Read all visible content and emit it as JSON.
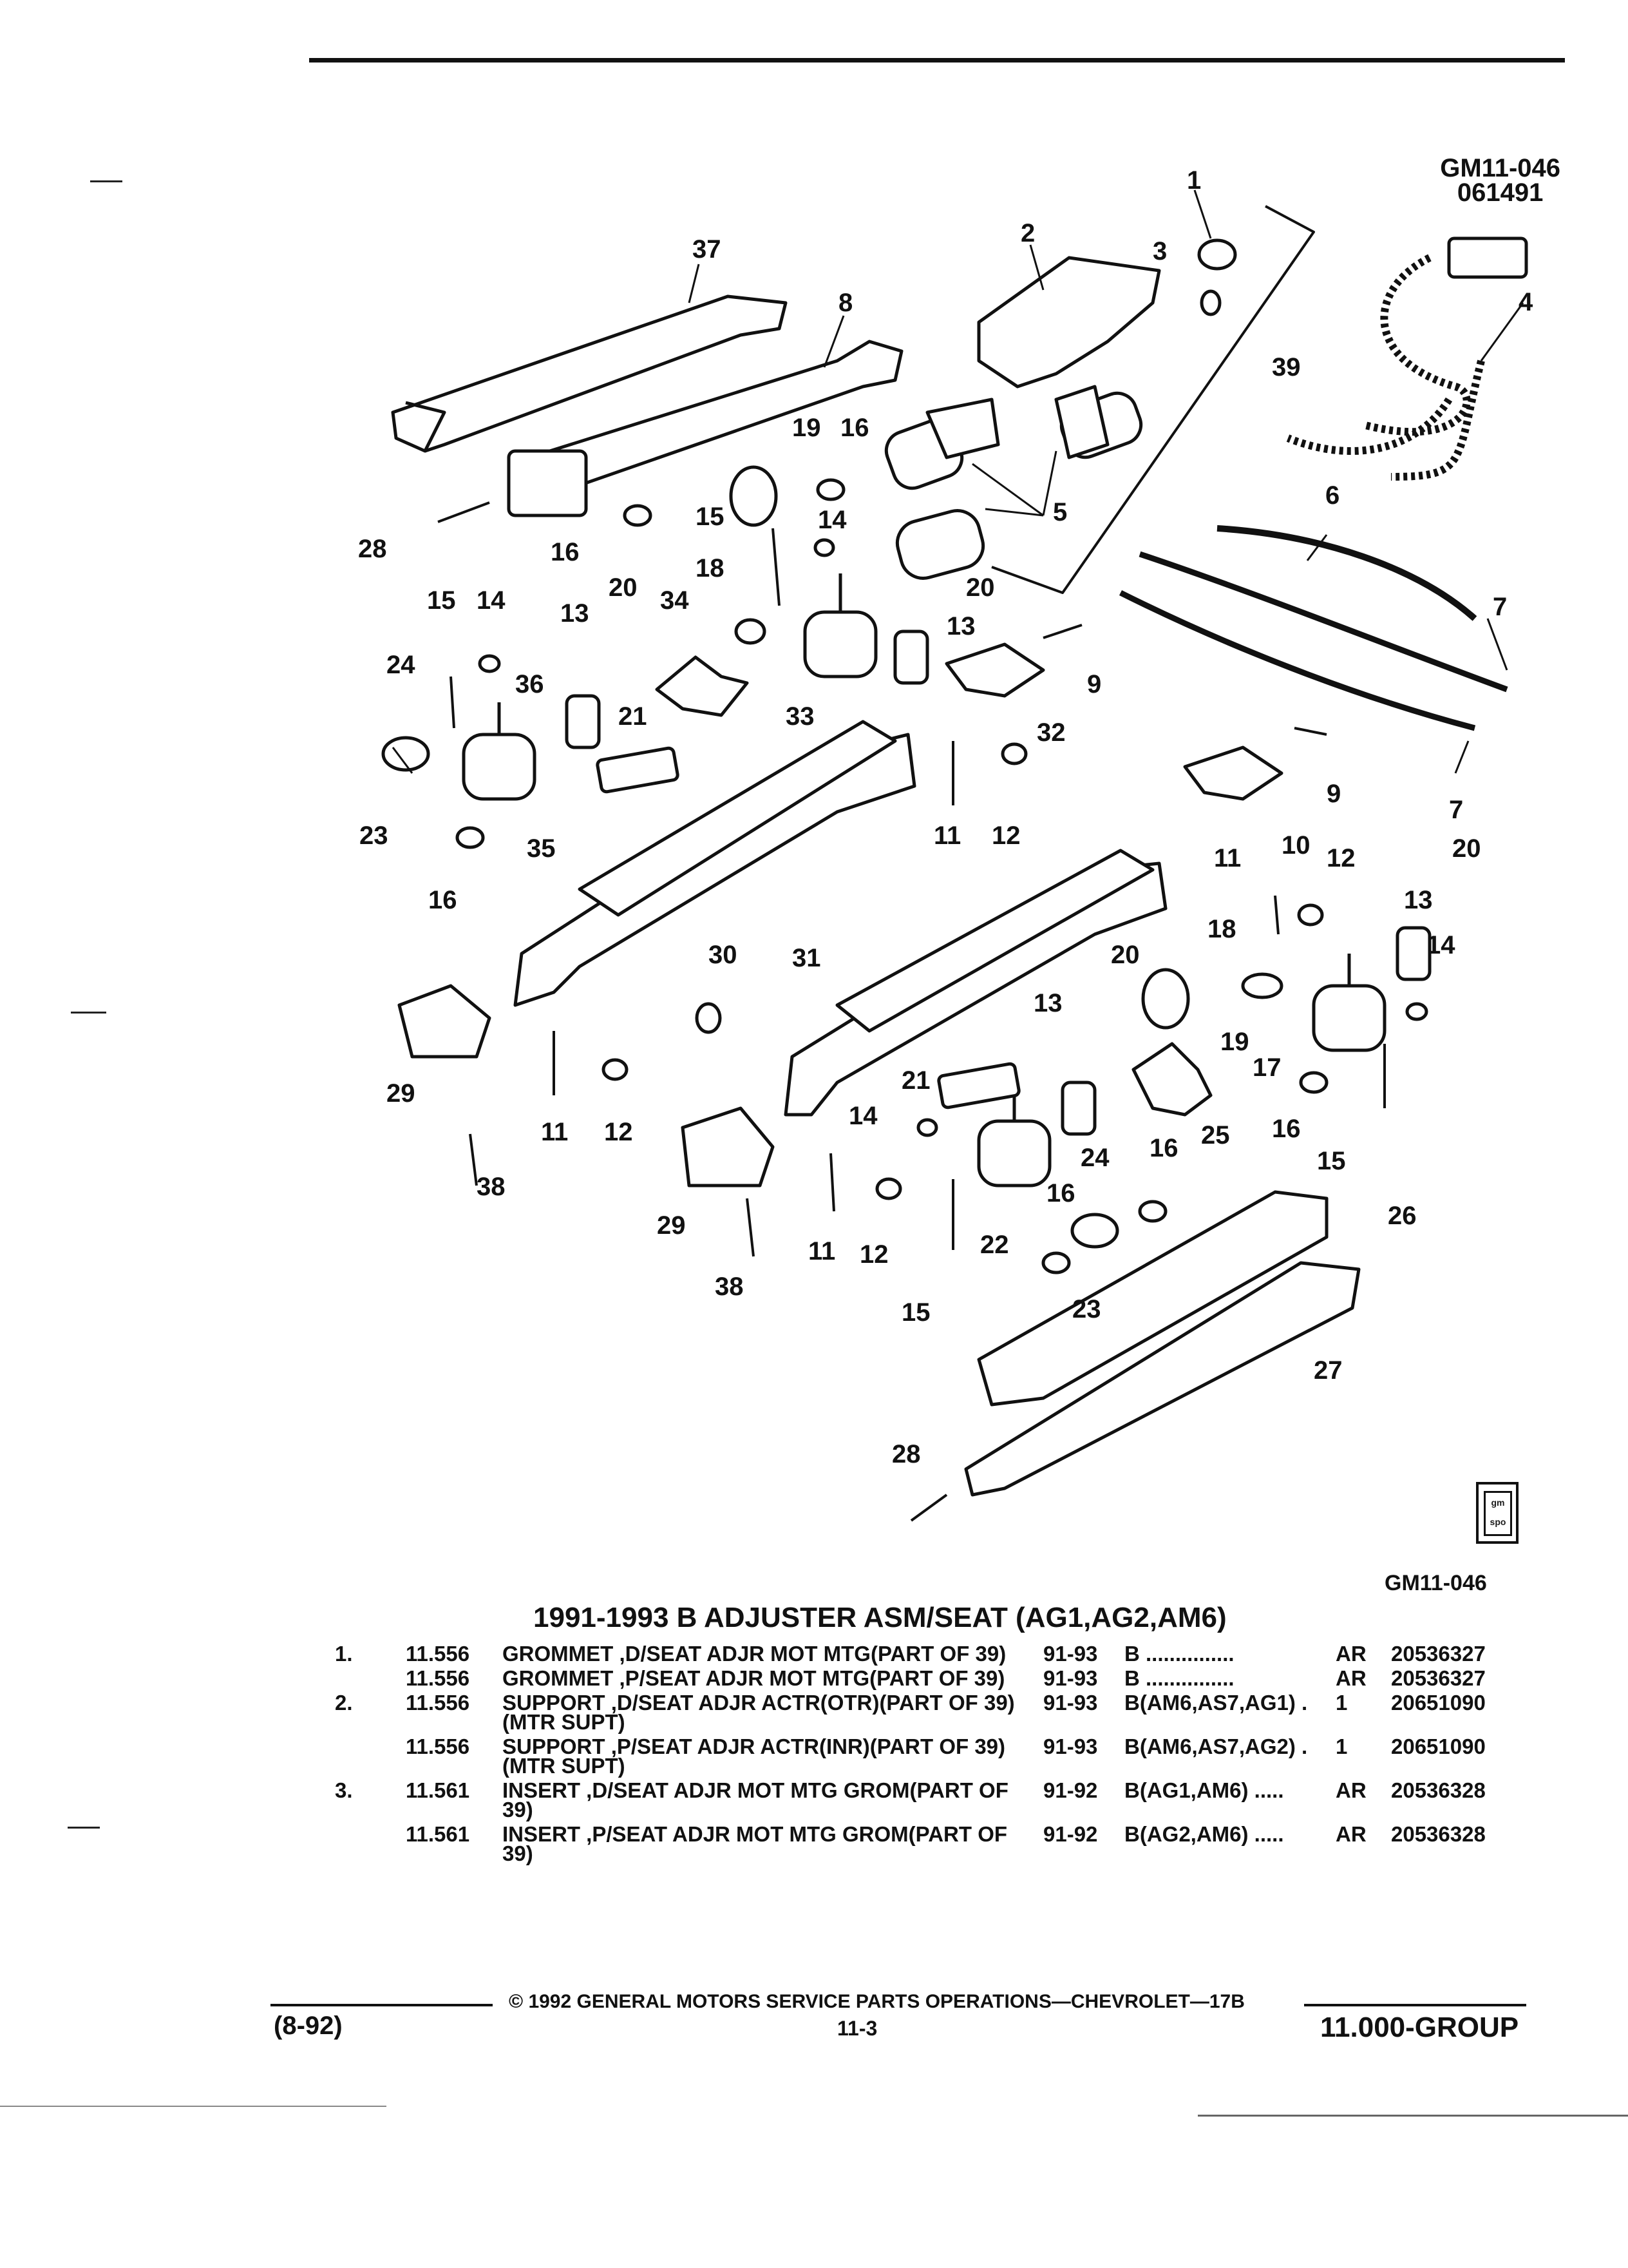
{
  "figure": {
    "id_top": "GM11-046",
    "id_code": "061491",
    "id_bottom": "GM11-046",
    "logo_label": "gm spo",
    "callouts": [
      "1",
      "2",
      "3",
      "4",
      "5",
      "6",
      "7",
      "8",
      "9",
      "10",
      "11",
      "12",
      "13",
      "14",
      "15",
      "16",
      "17",
      "18",
      "19",
      "20",
      "21",
      "22",
      "23",
      "24",
      "25",
      "26",
      "27",
      "28",
      "29",
      "30",
      "31",
      "32",
      "33",
      "34",
      "35",
      "36",
      "37",
      "38",
      "39"
    ]
  },
  "catalog": {
    "title": "1991-1993 B ADJUSTER ASM/SEAT (AG1,AG2,AM6)",
    "rows": [
      {
        "item": "1.",
        "group": "11.556",
        "desc": "GROMMET ,D/SEAT ADJR MOT MTG(PART OF 39)",
        "years": "91-93",
        "model": "B ...............",
        "qty": "AR",
        "part": "20536327"
      },
      {
        "item": "",
        "group": "11.556",
        "desc": "GROMMET ,P/SEAT ADJR MOT MTG(PART OF 39)",
        "years": "91-93",
        "model": "B ...............",
        "qty": "AR",
        "part": "20536327"
      },
      {
        "item": "2.",
        "group": "11.556",
        "desc": "SUPPORT ,D/SEAT ADJR ACTR(OTR)(PART OF 39)(MTR SUPT)",
        "years": "91-93",
        "model": "B(AM6,AS7,AG1) .",
        "qty": "1",
        "part": "20651090"
      },
      {
        "item": "",
        "group": "11.556",
        "desc": "SUPPORT ,P/SEAT ADJR ACTR(INR)(PART OF 39)(MTR SUPT)",
        "years": "91-93",
        "model": "B(AM6,AS7,AG2) .",
        "qty": "1",
        "part": "20651090"
      },
      {
        "item": "3.",
        "group": "11.561",
        "desc": "INSERT ,D/SEAT ADJR MOT MTG GROM(PART OF 39)",
        "years": "91-92",
        "model": "B(AG1,AM6) .....",
        "qty": "AR",
        "part": "20536328"
      },
      {
        "item": "",
        "group": "11.561",
        "desc": "INSERT ,P/SEAT ADJR MOT MTG GROM(PART OF 39)",
        "years": "91-92",
        "model": "B(AG2,AM6) .....",
        "qty": "AR",
        "part": "20536328"
      }
    ]
  },
  "footer": {
    "copyright": "© 1992 GENERAL MOTORS SERVICE PARTS OPERATIONS—CHEVROLET—17B",
    "date_code": "(8-92)",
    "page": "11-3",
    "group": "11.000-GROUP"
  }
}
